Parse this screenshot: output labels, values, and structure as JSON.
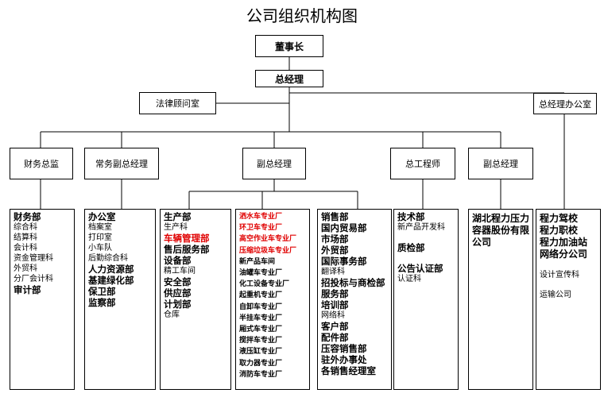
{
  "title": "公司组织机构图",
  "nodes": {
    "chairman": "董事长",
    "gm": "总经理",
    "legal": "法律顾问室",
    "gm_office": "总经理办公室",
    "cfo": "财务总监",
    "exec_vp": "常务副总经理",
    "vp1": "副总经理",
    "chief_engineer": "总工程师",
    "vp2": "副总经理"
  },
  "columns": {
    "finance": [
      {
        "t": "财务部",
        "s": "b"
      },
      {
        "t": "综合科",
        "s": "n"
      },
      {
        "t": "结算科",
        "s": "n"
      },
      {
        "t": "会计科",
        "s": "n"
      },
      {
        "t": "资金管理科",
        "s": "n"
      },
      {
        "t": "外贸科",
        "s": "n"
      },
      {
        "t": "分厂会计科",
        "s": "n"
      },
      {
        "t": "审计部",
        "s": "b"
      }
    ],
    "admin": [
      {
        "t": "办公室",
        "s": "b"
      },
      {
        "t": "档案室",
        "s": "n"
      },
      {
        "t": "打印室",
        "s": "n"
      },
      {
        "t": "小车队",
        "s": "n"
      },
      {
        "t": "后勤综合科",
        "s": "n"
      },
      {
        "t": "人力资源部",
        "s": "b"
      },
      {
        "t": "基建绿化部",
        "s": "b"
      },
      {
        "t": "保卫部",
        "s": "b"
      },
      {
        "t": "监察部",
        "s": "b"
      }
    ],
    "production": [
      {
        "t": "生产部",
        "s": "b"
      },
      {
        "t": "生产科",
        "s": "n"
      },
      {
        "t": "车辆管理部",
        "s": "br"
      },
      {
        "t": "售后服务部",
        "s": "b"
      },
      {
        "t": "设备部",
        "s": "b"
      },
      {
        "t": "精工车间",
        "s": "n"
      },
      {
        "t": "安全部",
        "s": "b"
      },
      {
        "t": "供应部",
        "s": "b"
      },
      {
        "t": "计划部",
        "s": "b"
      },
      {
        "t": "仓库",
        "s": "n"
      }
    ],
    "factories": [
      {
        "t": "洒水车专业厂",
        "s": "sr"
      },
      {
        "t": "环卫车专业厂",
        "s": "sr"
      },
      {
        "t": "高空作业车专业厂",
        "s": "sr"
      },
      {
        "t": "压缩垃圾车专业厂",
        "s": "sr"
      },
      {
        "t": "新产品车间",
        "s": "s"
      },
      {
        "t": "油罐车专业厂",
        "s": "s"
      },
      {
        "t": "化工设备专业厂",
        "s": "s"
      },
      {
        "t": "起重机专业厂",
        "s": "s"
      },
      {
        "t": "自卸车专业厂",
        "s": "s"
      },
      {
        "t": "半挂车专业厂",
        "s": "s"
      },
      {
        "t": "厢式车专业厂",
        "s": "s"
      },
      {
        "t": "搅拌车专业厂",
        "s": "s"
      },
      {
        "t": "液压缸专业厂",
        "s": "s"
      },
      {
        "t": "取力器专业厂",
        "s": "s"
      },
      {
        "t": "消防车专业厂",
        "s": "s"
      }
    ],
    "sales": [
      {
        "t": "销售部",
        "s": "b"
      },
      {
        "t": "国内贸易部",
        "s": "b"
      },
      {
        "t": "市场部",
        "s": "b"
      },
      {
        "t": "外贸部",
        "s": "b"
      },
      {
        "t": "国际事务部",
        "s": "b"
      },
      {
        "t": "翻译科",
        "s": "n"
      },
      {
        "t": "招投标与商检部",
        "s": "b"
      },
      {
        "t": "服务部",
        "s": "b"
      },
      {
        "t": "培训部",
        "s": "b"
      },
      {
        "t": "网络科",
        "s": "n"
      },
      {
        "t": "客户部",
        "s": "b"
      },
      {
        "t": "配件部",
        "s": "b"
      },
      {
        "t": "压容销售部",
        "s": "b"
      },
      {
        "t": "驻外办事处",
        "s": "b"
      },
      {
        "t": "各销售经理室",
        "s": "b"
      }
    ],
    "tech": [
      {
        "t": "技术部",
        "s": "b"
      },
      {
        "t": "新产品开发科",
        "s": "n"
      },
      {
        "t": "质检部",
        "s": "bg"
      },
      {
        "t": "公告认证部",
        "s": "bg"
      },
      {
        "t": "认证科",
        "s": "n"
      }
    ],
    "subsidiary": [
      {
        "t": "湖北程力压力容器股份有限公司",
        "s": "big"
      }
    ],
    "office": [
      {
        "t": "程力驾校",
        "s": "big"
      },
      {
        "t": "程力职校",
        "s": "big"
      },
      {
        "t": "程力加油站",
        "s": "big"
      },
      {
        "t": "网络分公司",
        "s": "big"
      },
      {
        "t": "设计宣传科",
        "s": "ng"
      },
      {
        "t": "运输公司",
        "s": "ng"
      }
    ]
  }
}
